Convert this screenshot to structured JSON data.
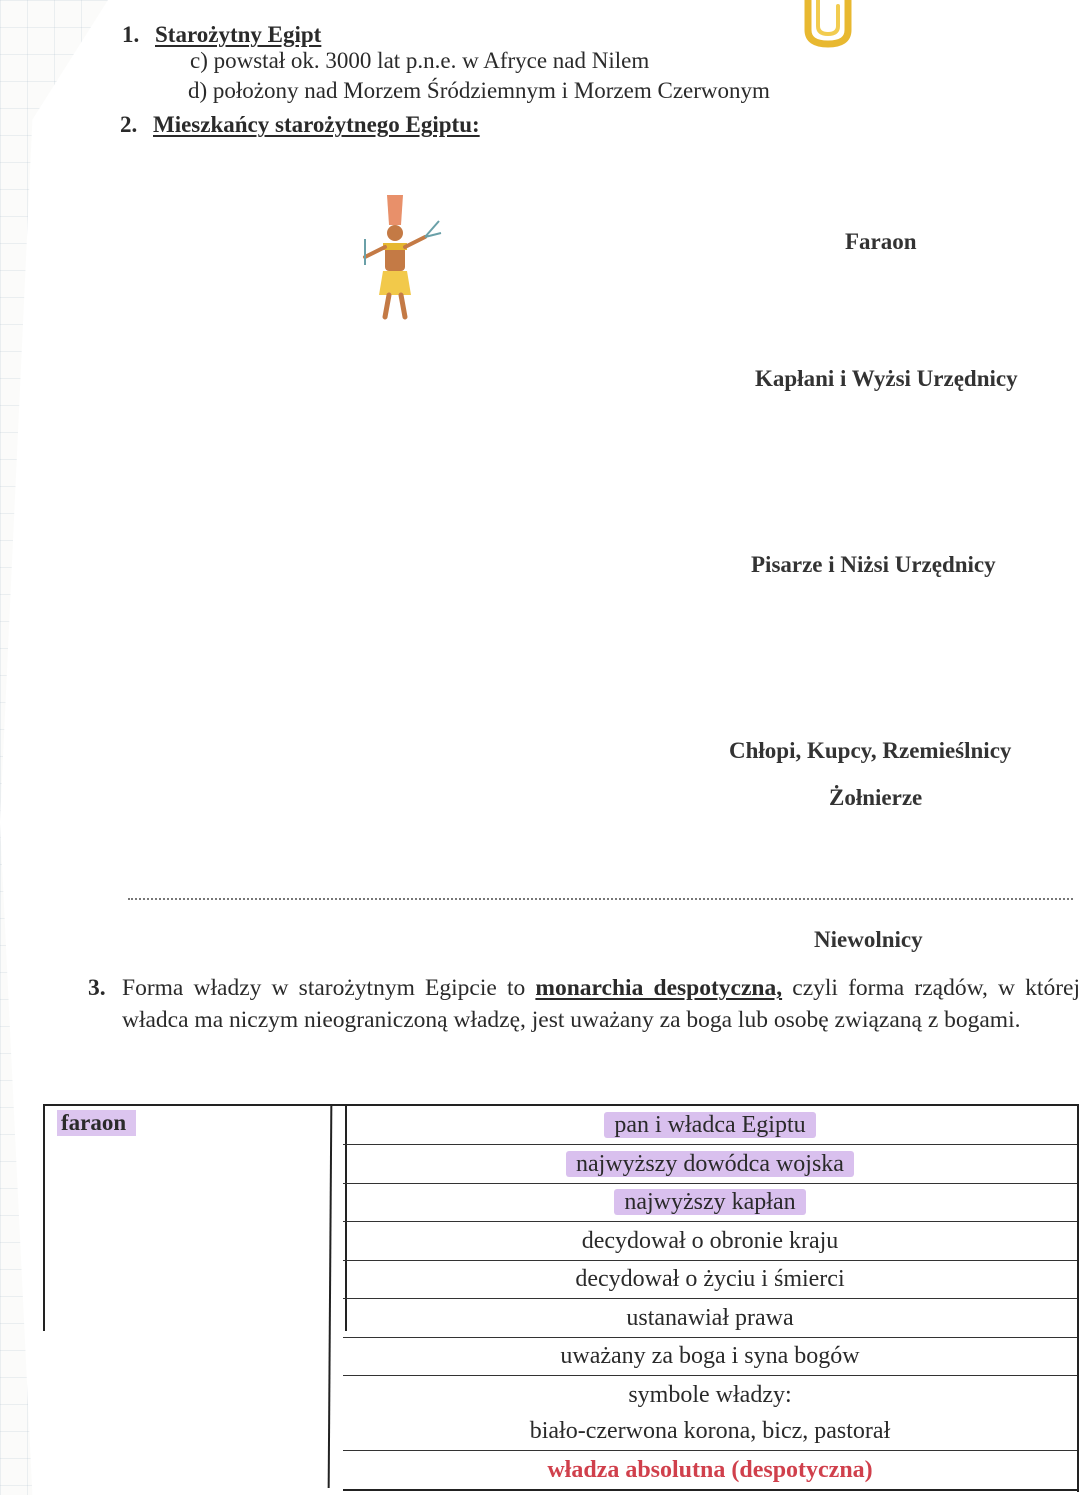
{
  "section1": {
    "number": "1.",
    "heading": "Starożytny Egipt",
    "items": [
      {
        "marker": "c)",
        "text": "powstał ok. 3000 lat p.n.e. w Afryce nad Nilem"
      },
      {
        "marker": "d)",
        "text": "położony nad Morzem Śródziemnym i Morzem Czerwonym"
      }
    ]
  },
  "section2": {
    "number": "2.",
    "heading": "Mieszkańcy starożytnego Egiptu:",
    "levels": [
      {
        "label": "Faraon"
      },
      {
        "label": "Kapłani i Wyżsi Urzędnicy"
      },
      {
        "label": "Pisarze i Niżsi Urzędnicy"
      },
      {
        "label": "Chłopi, Kupcy, Rzemieślnicy",
        "label2": "Żołnierze"
      }
    ],
    "below_line": "Niewolnicy"
  },
  "section3": {
    "number": "3.",
    "text_before": "Forma władzy w starożytnym Egipcie to ",
    "term": "monarchia despotyczna,",
    "text_after": " czyli forma rządów, w której władca ma niczym nieograniczoną władzę, jest uważany za boga lub osobę związaną z bogami."
  },
  "table": {
    "left_label": "faraon",
    "rows": [
      "pan i władca Egiptu",
      "najwyższy dowódca wojska",
      "najwyższy kapłan",
      "decydował o obronie kraju",
      "decydował o życiu i śmierci",
      "ustanawiał prawa",
      "uważany za boga i syna bogów",
      "symbole władzy:",
      "biało-czerwona korona, bicz, pastorał",
      "władza absolutna (despotyczna)"
    ]
  },
  "colors": {
    "highlight": "#ba8ce0",
    "red_text": "#d0404c",
    "skin": "#c47a45",
    "linen": "#fbe9b8",
    "gold": "#e6b830"
  }
}
